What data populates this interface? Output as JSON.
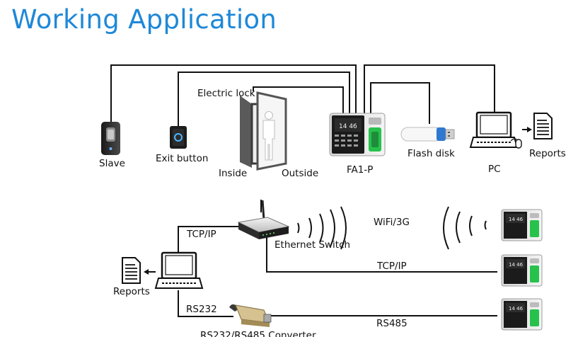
{
  "title": "Working Application",
  "labels": {
    "electric_lock": "Electric lock",
    "slave": "Slave",
    "exit_button": "Exit button",
    "inside": "Inside",
    "outside": "Outside",
    "fa1p": "FA1-P",
    "flash_disk": "Flash disk",
    "pc": "PC",
    "reports_top": "Reports",
    "tcpip_left": "TCP/IP",
    "ethernet_switch": "Ethernet Switch",
    "wifi": "WiFi/3G",
    "tcpip_right": "TCP/IP",
    "reports_bottom": "Reports",
    "rs232": "RS232",
    "rs485": "RS485",
    "converter": "RS232/RS485 Converter"
  },
  "icons": {
    "slave": "fingerprint-reader-icon",
    "exit_button": "exit-button-icon",
    "door": "door-icon",
    "terminal": "attendance-terminal-icon",
    "flash_disk": "usb-flash-disk-icon",
    "pc": "computer-icon",
    "report": "report-document-icon",
    "router": "router-icon",
    "converter": "converter-icon"
  },
  "colors": {
    "title": "#1e88d8",
    "usb_cap": "#2f78d0",
    "terminal_green": "#27c24c"
  }
}
